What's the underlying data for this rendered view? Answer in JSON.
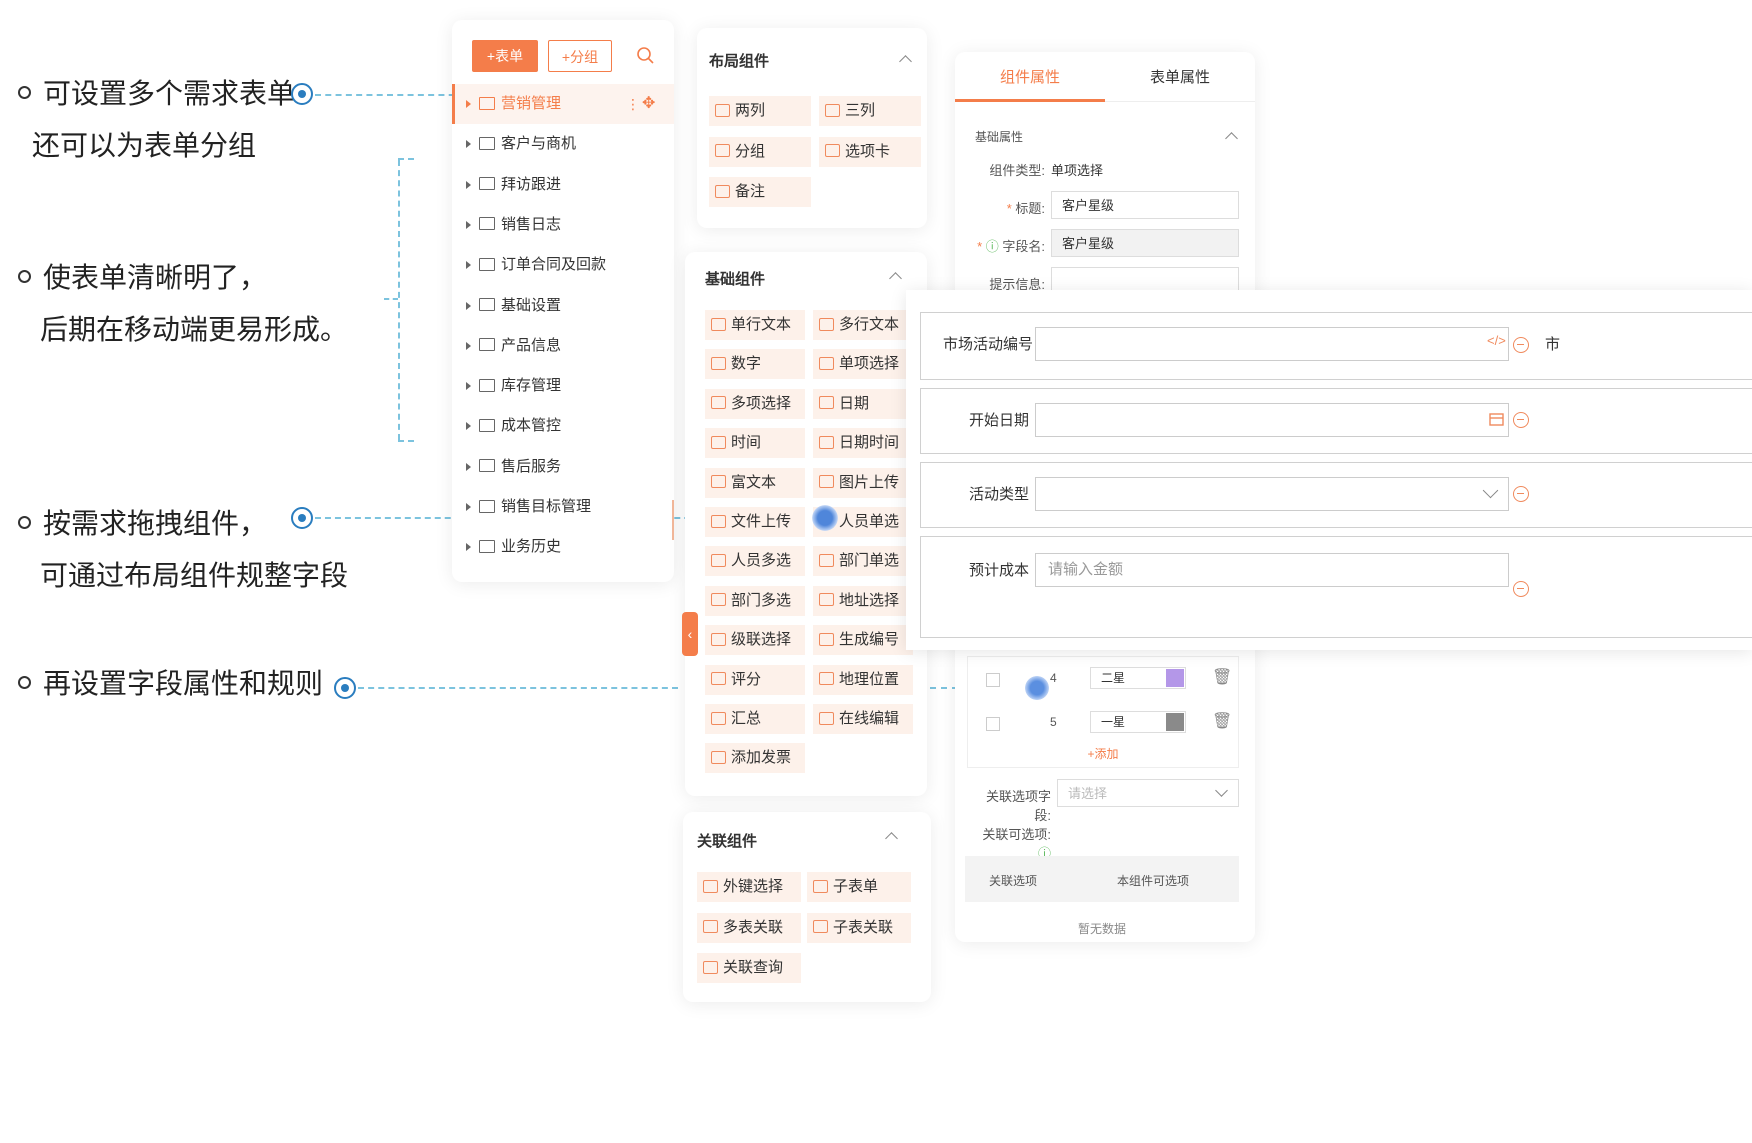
{
  "annotations": [
    {
      "lines": [
        "可设置多个需求表单",
        "还可以为表单分组"
      ]
    },
    {
      "lines": [
        "使表单清晰明了，",
        "后期在移动端更易形成。"
      ]
    },
    {
      "lines": [
        "按需求拖拽组件，",
        "可通过布局组件规整字段"
      ]
    },
    {
      "lines": [
        "再设置字段属性和规则"
      ]
    }
  ],
  "form_list": {
    "add_form_label": "+表单",
    "add_group_label": "+分组",
    "items": [
      "营销管理",
      "客户与商机",
      "拜访跟进",
      "销售日志",
      "订单合同及回款",
      "基础设置",
      "产品信息",
      "库存管理",
      "成本管控",
      "售后服务",
      "销售目标管理",
      "业务历史"
    ]
  },
  "layout_components": {
    "title": "布局组件",
    "items": [
      "两列",
      "三列",
      "分组",
      "选项卡",
      "备注"
    ]
  },
  "basic_components": {
    "title": "基础组件",
    "items": [
      "单行文本",
      "多行文本",
      "数字",
      "单项选择",
      "多项选择",
      "日期",
      "时间",
      "日期时间",
      "富文本",
      "图片上传",
      "文件上传",
      "人员单选",
      "人员多选",
      "部门单选",
      "部门多选",
      "地址选择",
      "级联选择",
      "生成编号",
      "评分",
      "地理位置",
      "汇总",
      "在线编辑",
      "添加发票"
    ]
  },
  "relation_components": {
    "title": "关联组件",
    "items": [
      "外键选择",
      "子表单",
      "多表关联",
      "子表关联",
      "关联查询"
    ]
  },
  "properties": {
    "tab_component": "组件属性",
    "tab_form": "表单属性",
    "section_basic": "基础属性",
    "type_label": "组件类型:",
    "type_value": "单项选择",
    "title_label": "标题:",
    "title_value": "客户星级",
    "field_label": "字段名:",
    "field_value": "客户星级",
    "hint_label": "提示信息:",
    "options": [
      {
        "index": "4",
        "label": "二星",
        "color": "#b497e8"
      },
      {
        "index": "5",
        "label": "一星",
        "color": "#8a8a8a"
      }
    ],
    "add_label": "+添加",
    "related_field_label": "关联选项字段:",
    "related_field_placeholder": "请选择",
    "related_options_label": "关联可选项:",
    "table_header_1": "关联选项",
    "table_header_2": "本组件可选项",
    "empty_text": "暂无数据"
  },
  "canvas": {
    "fields": [
      {
        "label": "市场活动编号",
        "placeholder": ""
      },
      {
        "label": "开始日期",
        "placeholder": ""
      },
      {
        "label": "活动类型",
        "placeholder": ""
      },
      {
        "label": "预计成本",
        "placeholder": "请输入金额"
      }
    ],
    "edge_char": "市"
  },
  "colors": {
    "accent": "#f47d4a",
    "chip_bg": "#fdf1ea",
    "dash": "#7cc3de",
    "target": "#2a7dbf"
  }
}
